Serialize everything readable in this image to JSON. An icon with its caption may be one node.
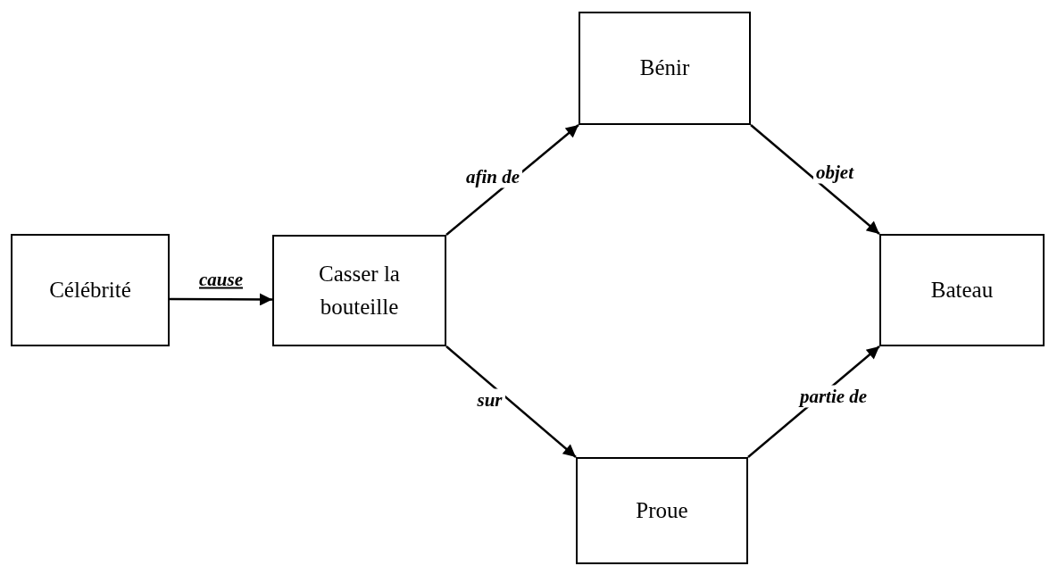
{
  "diagram": {
    "nodes": [
      {
        "text": [
          "Célébrité"
        ]
      },
      {
        "text": [
          "Casser la bouteille"
        ]
      },
      {
        "text": [
          "Bénir"
        ]
      },
      {
        "text": [
          "Bateau"
        ]
      },
      {
        "text": [
          "Proue"
        ]
      }
    ],
    "edges": [
      {
        "from": 0,
        "to": 1,
        "arrow": "to",
        "label": "cause"
      },
      {
        "from": 1,
        "to": 2,
        "arrow": "to",
        "label": "afin de"
      },
      {
        "from": 2,
        "to": 3,
        "arrow": "to",
        "label": "objet"
      },
      {
        "from": 1,
        "to": 4,
        "arrow": "to",
        "label": "sur"
      },
      {
        "from": 4,
        "to": 3,
        "arrow": "to",
        "label": "partie de"
      }
    ]
  }
}
